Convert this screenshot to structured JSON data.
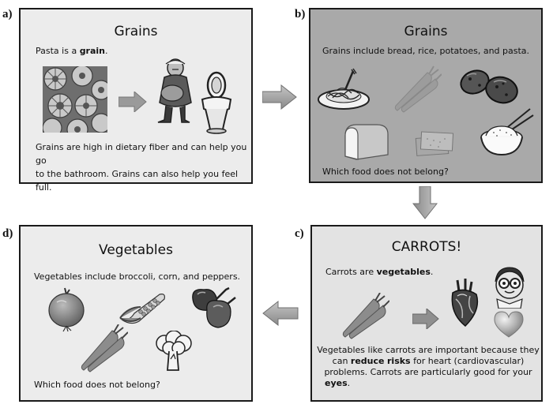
{
  "labels": {
    "a": "a)",
    "b": "b)",
    "c": "c)",
    "d": "d)"
  },
  "panel_a": {
    "title": "Grains",
    "intro_pre": "Pasta is a ",
    "intro_bold": "grain",
    "intro_post": ".",
    "body_line1": "Grains are high in dietary fiber and can help you go",
    "body_line2": "to the bathroom. Grains can also help you feel full."
  },
  "panel_b": {
    "title": "Grains",
    "intro": "Grains include bread, rice, potatoes, and pasta.",
    "question": "Which food does not belong?"
  },
  "panel_c": {
    "title": "CARROTS!",
    "intro_pre": "Carrots are ",
    "intro_bold": "vegetables",
    "intro_post": ".",
    "line1": "Vegetables like carrots are important because they",
    "line2_pre": "can ",
    "line2_bold1": "reduce",
    "line2_space": " ",
    "line2_bold2": "risks",
    "line2_post": " for heart (cardiovascular)",
    "line3": "problems.  Carrots are particularly good for your",
    "line4_bold": "eyes",
    "line4_post": "."
  },
  "panel_d": {
    "title": "Vegetables",
    "intro": "Vegetables include broccoli, corn, and peppers.",
    "question": "Which food does not belong?"
  },
  "colors": {
    "panel_a_bg": "#ececec",
    "panel_b_bg": "#a9a9a9",
    "panel_c_bg": "#e3e3e3",
    "panel_d_bg": "#ececec",
    "arrow": "#9a9a9a"
  },
  "icons": [
    "pasta-photo-icon",
    "arrow-right-icon",
    "person-holding-stomach-icon",
    "toilet-icon",
    "spaghetti-plate-icon",
    "carrots-icon",
    "potatoes-icon",
    "bread-loaf-icon",
    "crackers-icon",
    "rice-bowl-icon",
    "heart-anatomy-icon",
    "boy-with-glasses-icon",
    "heart-shape-icon",
    "onion-icon",
    "corn-icon",
    "peppers-icon",
    "broccoli-icon"
  ]
}
